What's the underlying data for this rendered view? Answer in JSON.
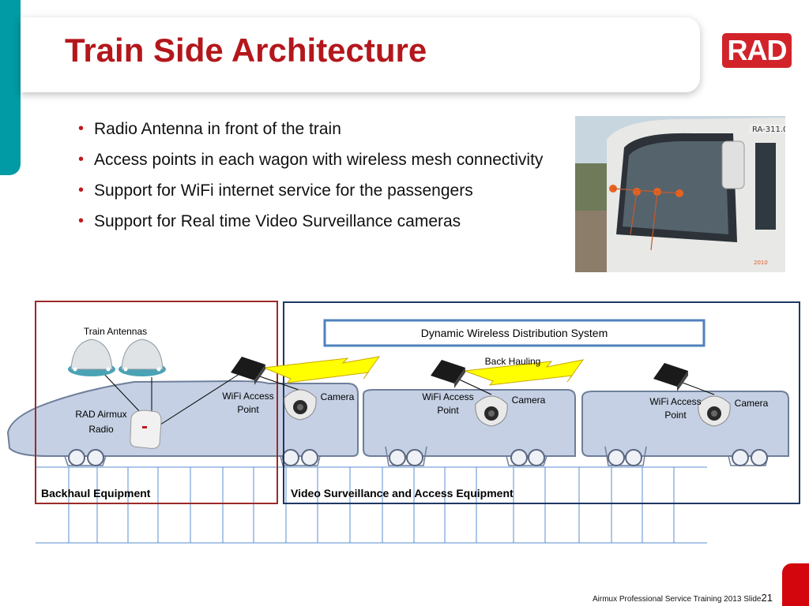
{
  "title": "Train Side Architecture",
  "logo_text": "RAD",
  "bullets": [
    "Radio Antenna in front of the train",
    "Access points in each wagon with wireless mesh connectivity",
    "Support for WiFi internet service for the passengers",
    "Support for Real time Video Surveillance cameras"
  ],
  "photo": {
    "plate_text": "RA-311.0",
    "date_stamp": "2010"
  },
  "diagram": {
    "dwds_label": "Dynamic Wireless Distribution System",
    "back_hauling": "Back Hauling",
    "train_antennas": "Train Antennas",
    "rad_airmux_line1": "RAD Airmux",
    "rad_airmux_line2": "Radio",
    "wifi_line1": "WiFi Access",
    "wifi_line2": "Point",
    "camera": "Camera",
    "backhaul_equipment": "Backhaul Equipment",
    "video_surveillance": "Video Surveillance and Access Equipment"
  },
  "footer": {
    "text": "Airmux Professional Service Training 2013",
    "slide_label": "Slide",
    "slide_number": "21"
  },
  "colors": {
    "title": "#b3171c",
    "teal": "#009ba4",
    "backhaul_border": "#9b2a2a",
    "video_border": "#1f3864",
    "dwds_border": "#4f81bd",
    "car_fill": "#c5d0e4",
    "bolt_fill": "#ffff00"
  }
}
